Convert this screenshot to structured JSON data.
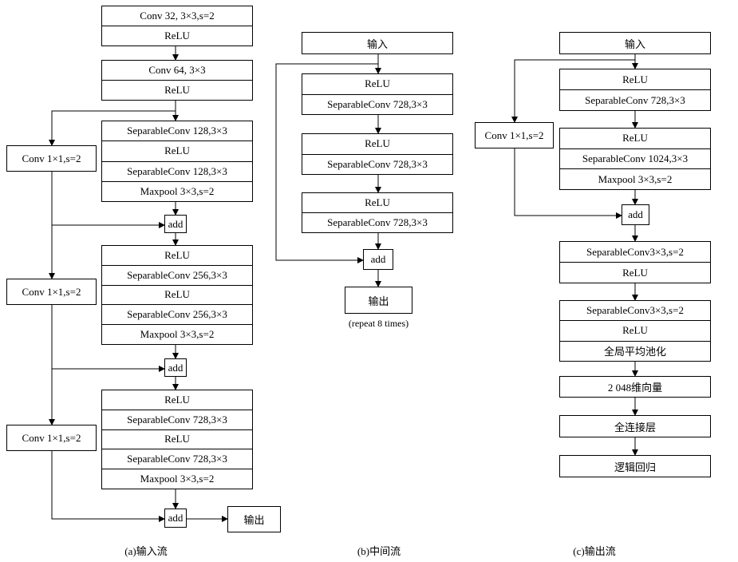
{
  "entry_flow": {
    "caption": "(a)输入流",
    "block1": [
      "Conv 32, 3×3,s=2",
      "ReLU"
    ],
    "block2": [
      "Conv 64, 3×3",
      "ReLU"
    ],
    "block3": [
      "SeparableConv 128,3×3",
      "ReLU",
      "SeparableConv 128,3×3",
      "Maxpool 3×3,s=2"
    ],
    "block4": [
      "ReLU",
      "SeparableConv 256,3×3",
      "ReLU",
      "SeparableConv 256,3×3",
      "Maxpool 3×3,s=2"
    ],
    "block5": [
      "ReLU",
      "SeparableConv 728,3×3",
      "ReLU",
      "SeparableConv 728,3×3",
      "Maxpool 3×3,s=2"
    ],
    "skip_convs": [
      "Conv 1×1,s=2",
      "Conv 1×1,s=2",
      "Conv 1×1,s=2"
    ],
    "add_label": "add",
    "output": "输出"
  },
  "middle_flow": {
    "caption": "(b)中间流",
    "input": "输入",
    "blocks": [
      [
        "ReLU",
        "SeparableConv 728,3×3"
      ],
      [
        "ReLU",
        "SeparableConv 728,3×3"
      ],
      [
        "ReLU",
        "SeparableConv 728,3×3"
      ]
    ],
    "add_label": "add",
    "output": "输出",
    "repeat_note": "(repeat 8 times)"
  },
  "exit_flow": {
    "caption": "(c)输出流",
    "input": "输入",
    "block1": [
      "ReLU",
      "SeparableConv 728,3×3"
    ],
    "block2": [
      "ReLU",
      "SeparableConv 1024,3×3",
      "Maxpool 3×3,s=2"
    ],
    "skip_conv": "Conv 1×1,s=2",
    "add_label": "add",
    "block3": [
      "SeparableConv3×3,s=2",
      "ReLU"
    ],
    "block4": [
      "SeparableConv3×3,s=2",
      "ReLU",
      "全局平均池化"
    ],
    "vector": "2 048维向量",
    "fc": "全连接层",
    "logistic": "逻辑回归"
  }
}
